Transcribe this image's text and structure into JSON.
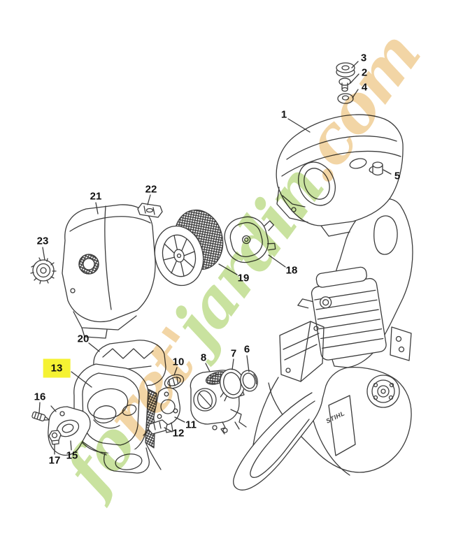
{
  "diagram": {
    "type": "exploded-parts-diagram",
    "selected_part": "13",
    "parts": {
      "p1": "1",
      "p2": "2",
      "p3": "3",
      "p4": "4",
      "p5": "5",
      "p6": "6",
      "p7": "7",
      "p8": "8",
      "p10": "10",
      "p11": "11",
      "p12": "12",
      "p13": "13",
      "p15": "15",
      "p16": "16",
      "p17": "17",
      "p18": "18",
      "p19": "19",
      "p20": "20",
      "p21": "21",
      "p22": "22",
      "p23": "23"
    }
  },
  "body_brand": "STIHL",
  "watermark": {
    "segments": [
      {
        "text": "fo",
        "color": "#c9e29f"
      },
      {
        "text": "ret'",
        "color": "#f2d5a5"
      },
      {
        "text": "jardin",
        "color": "#c9e29f"
      },
      {
        "text": ".com",
        "color": "#f2d5a5"
      }
    ]
  },
  "colors": {
    "highlight": "#f5f233",
    "line": "#3c3c3c",
    "watermark_green": "#c9e29f",
    "watermark_tan": "#f2d5a5",
    "background": "#ffffff"
  }
}
